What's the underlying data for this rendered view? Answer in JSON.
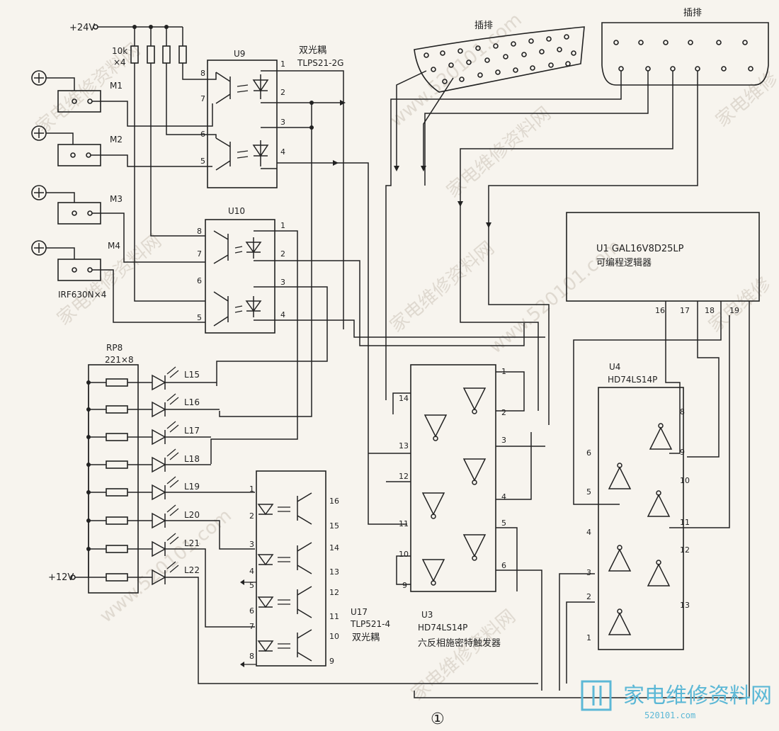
{
  "supply": {
    "v24": "+24V",
    "v12": "+12V"
  },
  "resistors_top": {
    "label1": "10k",
    "label2": "×4"
  },
  "optocoupler_u9": {
    "name": "U9",
    "label_type": "双光耦",
    "part": "TLPS21-2G",
    "pins": [
      "1",
      "2",
      "3",
      "4",
      "5",
      "6",
      "7",
      "8"
    ]
  },
  "optocoupler_u10": {
    "name": "U10",
    "pins": [
      "1",
      "2",
      "3",
      "4",
      "5",
      "6",
      "7",
      "8"
    ]
  },
  "mosfets": {
    "m1": "M1",
    "m2": "M2",
    "m3": "M3",
    "m4": "M4",
    "part": "IRF630N×4"
  },
  "connectors": {
    "left": "插排",
    "right": "插排"
  },
  "pal": {
    "title": "U1 GAL16V8D25LP",
    "desc": "可编程逻辑器",
    "pins": [
      "16",
      "17",
      "18",
      "19"
    ]
  },
  "resistor_pack": {
    "name": "RP8",
    "value": "221×8"
  },
  "leds": [
    "L15",
    "L16",
    "L17",
    "L18",
    "L19",
    "L20",
    "L21",
    "L22"
  ],
  "u17": {
    "name": "U17",
    "part": "TLP521-4",
    "label_type": "双光耦",
    "pins_left": [
      "1",
      "2",
      "3",
      "4",
      "5",
      "6",
      "7",
      "8"
    ],
    "pins_right": [
      "16",
      "15",
      "14",
      "13",
      "12",
      "11",
      "10",
      "9"
    ]
  },
  "u3": {
    "name": "U3",
    "part": "HD74LS14P",
    "desc": "六反相施密特触发器",
    "pins": [
      "1",
      "2",
      "3",
      "4",
      "5",
      "6",
      "9",
      "10",
      "11",
      "12",
      "13",
      "14"
    ]
  },
  "u4": {
    "name": "U4",
    "part": "HD74LS14P",
    "pins": [
      "1",
      "2",
      "3",
      "4",
      "5",
      "6",
      "8",
      "9",
      "10",
      "11",
      "12",
      "13"
    ]
  },
  "figure_number": "①",
  "watermark": {
    "logo_text": "家电维修资料网",
    "url": "520101.com"
  }
}
